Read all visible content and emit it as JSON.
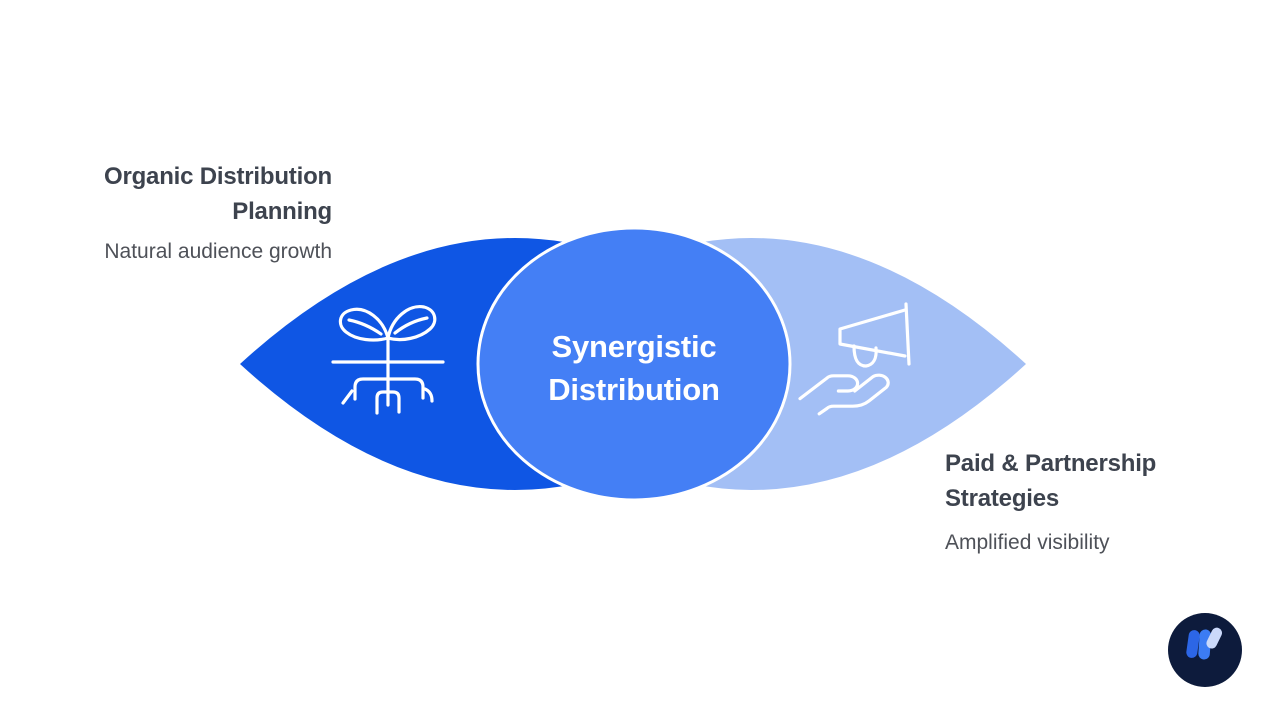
{
  "diagram": {
    "left_segment": {
      "title_line1": "Organic Distribution",
      "title_line2": "Planning",
      "subtitle": "Natural audience growth",
      "fill": "#0F56E4",
      "icon": "sprout-roots-icon"
    },
    "center_overlap": {
      "title_line1": "Synergistic",
      "title_line2": "Distribution",
      "fill": "#447FF5",
      "stroke": "#FFFFFF",
      "text_color": "#FFFFFF"
    },
    "right_segment": {
      "title_line1": "Paid & Partnership",
      "title_line2": "Strategies",
      "subtitle": "Amplified visibility",
      "fill": "#A3BFF5",
      "icon": "megaphone-hand-icon"
    },
    "palette": {
      "heading_color": "#3D434E",
      "subtitle_color": "#4E5158",
      "icon_stroke": "#FFFFFF",
      "background": "#FFFFFF"
    }
  },
  "logo": {
    "icon": "brand-w-logo",
    "background": "#0D1B3C",
    "petal_colors": [
      "#2C66E6",
      "#3C7CF4",
      "#CBD9FA"
    ]
  }
}
